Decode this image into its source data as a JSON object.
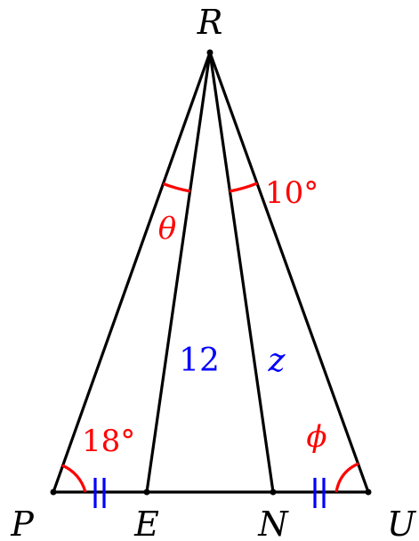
{
  "vertices": {
    "R": "R",
    "P": "P",
    "E": "E",
    "N": "N",
    "U": "U"
  },
  "angles": {
    "theta": "θ",
    "ten": "10°",
    "eighteen": "18°",
    "phi": "ϕ"
  },
  "segments": {
    "RE": "12",
    "RN": "z"
  },
  "colors": {
    "lines": "#000000",
    "angle_marks": "#ff0000",
    "tick_marks": "#0000ff",
    "segment_labels": "#0000ff"
  }
}
